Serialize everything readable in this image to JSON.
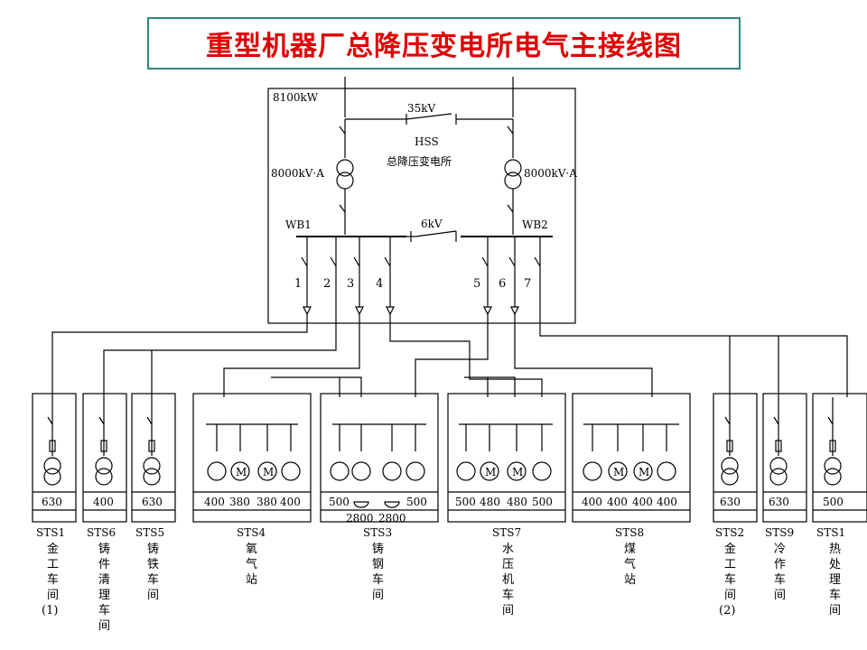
{
  "title": "重型机器厂总降压变电所电气主接线图",
  "hss": {
    "capacity": "8100kW",
    "bus35": "35kV",
    "name_code": "HSS",
    "name": "总降压变电所",
    "transformer_left": "8000kV·A",
    "transformer_right": "8000kV·A",
    "bus_left": "WB1",
    "bus_right": "WB2",
    "bus6": "6kV",
    "feeders": [
      "1",
      "2",
      "3",
      "4",
      "5",
      "6",
      "7"
    ]
  },
  "stations": [
    {
      "id": "STS1",
      "name": [
        "金",
        "工",
        "车",
        "间",
        "(1)"
      ],
      "ratings": [
        "630"
      ]
    },
    {
      "id": "STS6",
      "name": [
        "铸",
        "件",
        "清",
        "理",
        "车",
        "间"
      ],
      "ratings": [
        "400"
      ]
    },
    {
      "id": "STS5",
      "name": [
        "铸",
        "铁",
        "车",
        "间"
      ],
      "ratings": [
        "630"
      ]
    },
    {
      "id": "STS4",
      "name": [
        "氧",
        "气",
        "站"
      ],
      "ratings": [
        "400",
        "380",
        "380",
        "400"
      ]
    },
    {
      "id": "STS3",
      "name": [
        "铸",
        "钢",
        "车",
        "间"
      ],
      "ratings": [
        "500",
        "500"
      ],
      "sub": [
        "2800",
        "2800"
      ]
    },
    {
      "id": "STS7",
      "name": [
        "水",
        "压",
        "机",
        "车",
        "间"
      ],
      "ratings": [
        "500",
        "480",
        "480",
        "500"
      ]
    },
    {
      "id": "STS8",
      "name": [
        "煤",
        "气",
        "站"
      ],
      "ratings": [
        "400",
        "400",
        "400",
        "400"
      ]
    },
    {
      "id": "STS2",
      "name": [
        "金",
        "工",
        "车",
        "间",
        "(2)"
      ],
      "ratings": [
        "630"
      ]
    },
    {
      "id": "STS9",
      "name": [
        "冷",
        "作",
        "车",
        "间"
      ],
      "ratings": [
        "630"
      ]
    },
    {
      "id": "STS1",
      "name": [
        "热",
        "处",
        "理",
        "车",
        "间"
      ],
      "ratings": [
        "500"
      ]
    }
  ],
  "motor_symbol": "M"
}
